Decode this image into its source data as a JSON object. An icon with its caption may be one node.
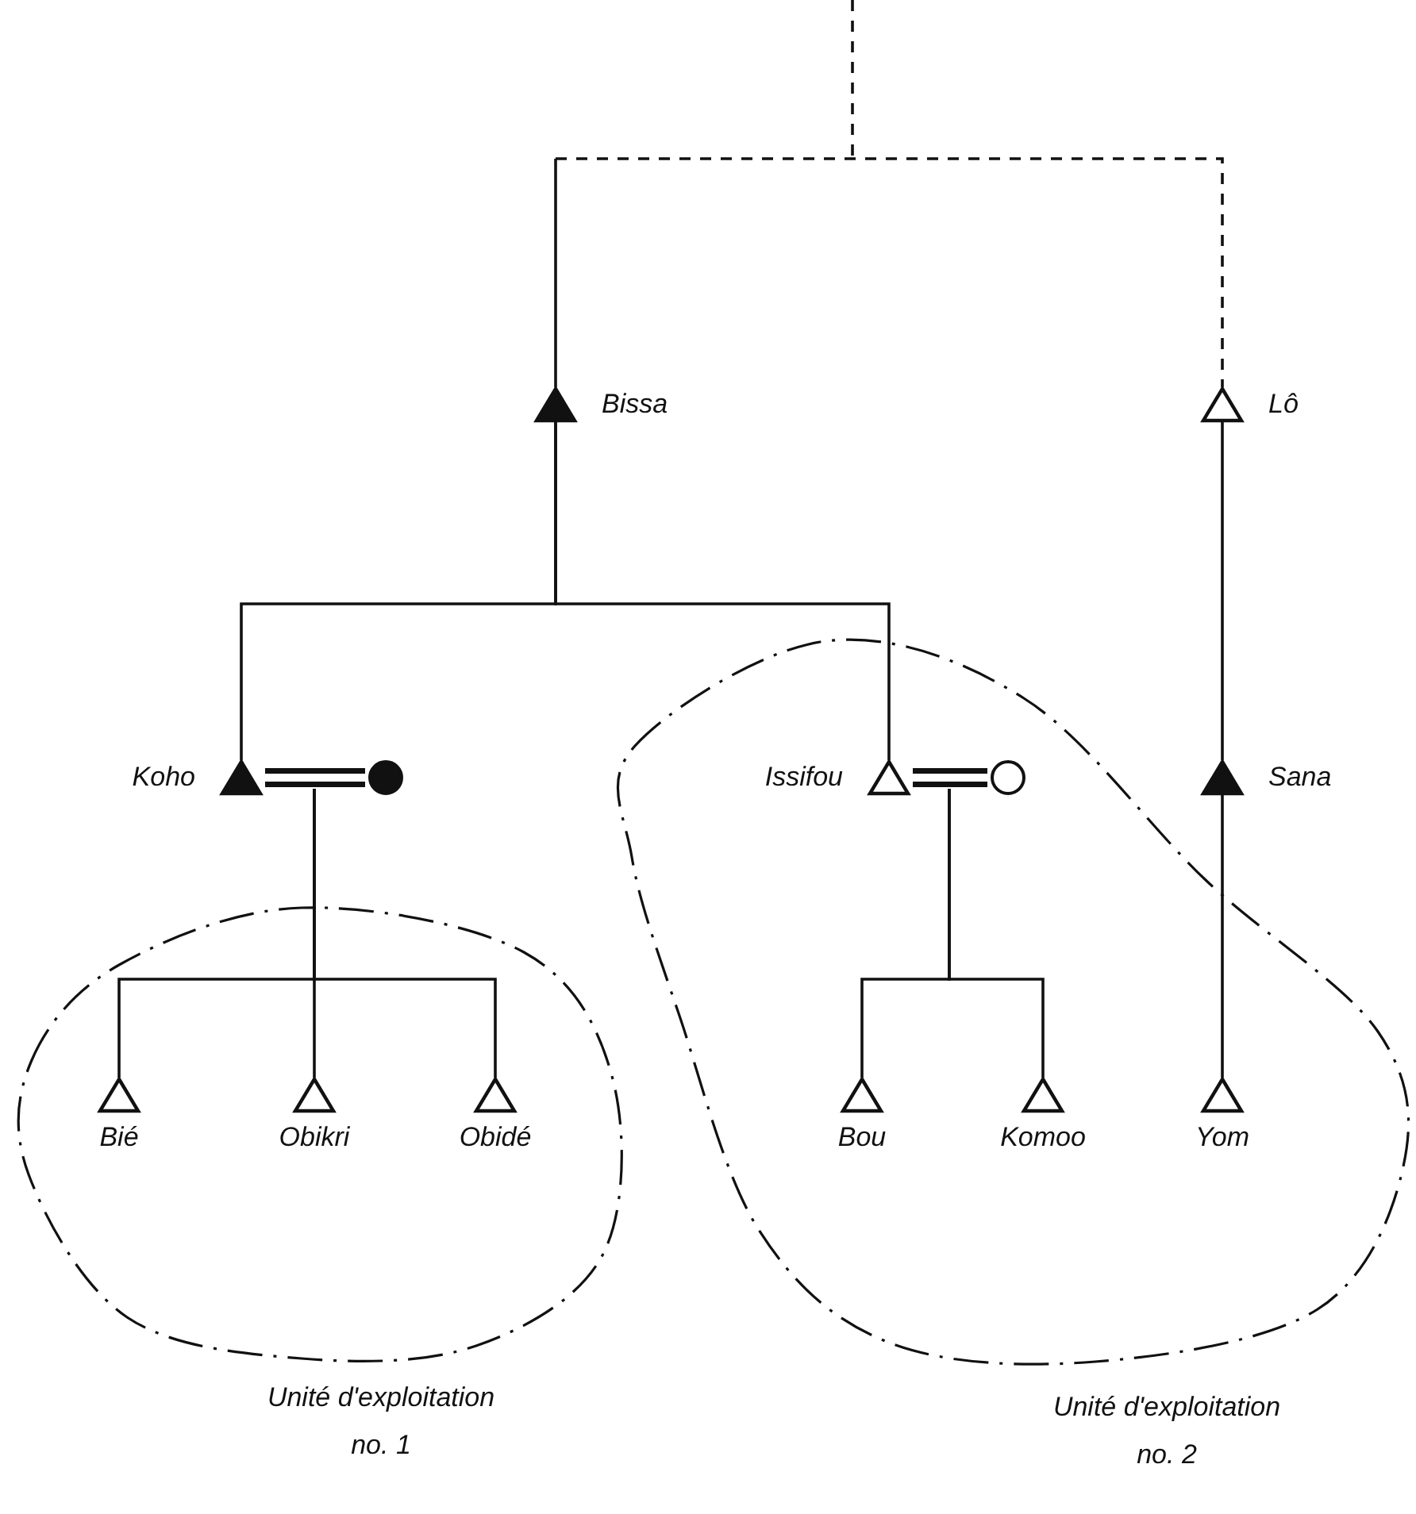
{
  "diagram": {
    "nodes": [
      {
        "text": [
          "Bissa"
        ]
      },
      {
        "text": [
          "Lô"
        ]
      },
      {
        "text": [
          "Koho"
        ]
      },
      {
        "text": [],
        "shape": "circle"
      },
      {
        "text": [
          "Unité d'exploitation no. 2"
        ]
      },
      {
        "text": [
          "Issifou"
        ],
        "in": 4
      },
      {
        "text": [],
        "shape": "circle",
        "in": 4
      },
      {
        "text": [
          "Sana"
        ]
      },
      {
        "text": [
          "Unité d'exploitation no. 1"
        ]
      },
      {
        "text": [
          "Bié"
        ],
        "in": 8
      },
      {
        "text": [
          "Obikri"
        ],
        "in": 8
      },
      {
        "text": [
          "Obidé"
        ],
        "in": 8
      },
      {
        "text": [
          "Bou"
        ],
        "in": 4
      },
      {
        "text": [
          "Komoo"
        ],
        "in": 4
      },
      {
        "text": [
          "Yom"
        ],
        "in": 4
      }
    ],
    "edges": [
      {
        "from": null,
        "to": 0,
        "arrow": "none"
      },
      {
        "from": null,
        "to": 1,
        "arrow": "none",
        "style": "dashed"
      },
      {
        "from": 0,
        "to": 2,
        "arrow": "none"
      },
      {
        "from": 0,
        "to": 5,
        "arrow": "none"
      },
      {
        "from": 1,
        "to": 7,
        "arrow": "none"
      },
      {
        "from": 2,
        "to": 3,
        "arrow": "none"
      },
      {
        "from": 5,
        "to": 6,
        "arrow": "none"
      },
      {
        "from": 2,
        "to": 9,
        "arrow": "none"
      },
      {
        "from": 2,
        "to": 10,
        "arrow": "none"
      },
      {
        "from": 2,
        "to": 11,
        "arrow": "none"
      },
      {
        "from": 5,
        "to": 12,
        "arrow": "none"
      },
      {
        "from": 5,
        "to": 13,
        "arrow": "none"
      },
      {
        "from": 7,
        "to": 14,
        "arrow": "none"
      }
    ]
  }
}
